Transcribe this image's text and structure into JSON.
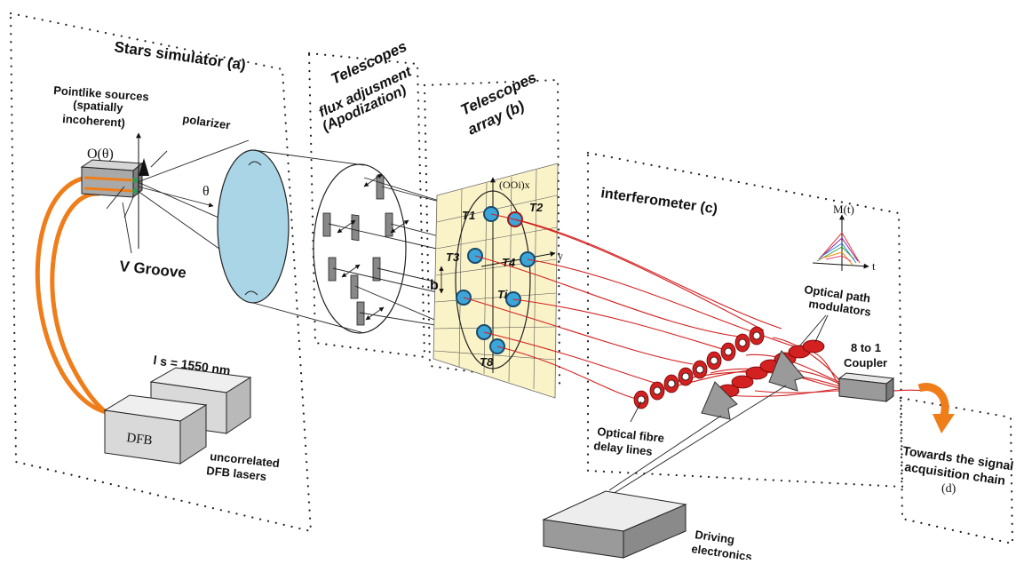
{
  "sections": {
    "stars_simulator": "Stars simulator (a)",
    "flux_adjustment": [
      "Telescopes",
      "flux adjusment",
      "(Apodization)"
    ],
    "telescopes_array": [
      "Telescopes",
      "array (b)"
    ],
    "interferometer": "interferometer (c)",
    "towards": [
      "Towards the signal",
      "acquisition chain"
    ],
    "towards_tag": "(d)"
  },
  "labels": {
    "pointlike": [
      "Pointlike sources",
      "(spatially",
      "incoherent)"
    ],
    "polarizer": "polarizer",
    "o_theta": "O(θ)",
    "theta": "θ",
    "v_groove": "V Groove",
    "wavelength": "l s = 1550 nm",
    "dfb": "DFB",
    "lasers": [
      "uncorrelated",
      "DFB lasers"
    ],
    "axis_x": "(OOi)x",
    "axis_y": "y",
    "b": "b",
    "telescopes": [
      "T1",
      "T2",
      "T3",
      "T4",
      "Ti",
      "T8"
    ],
    "m_t": "M(t)",
    "t": "t",
    "opm": [
      "Optical path",
      "modulators"
    ],
    "coupler": [
      "8 to 1",
      "Coupler"
    ],
    "delay": [
      "Optical fibre",
      "delay lines"
    ],
    "driving": [
      "Driving",
      "electronics"
    ]
  },
  "colors": {
    "fibre_orange": "#ef7d1a",
    "fibre_red": "#d32020",
    "lens_blue": "#a9d5e6",
    "array_panel": "#fbf3c8",
    "box_gray": "#9a9a9a"
  }
}
